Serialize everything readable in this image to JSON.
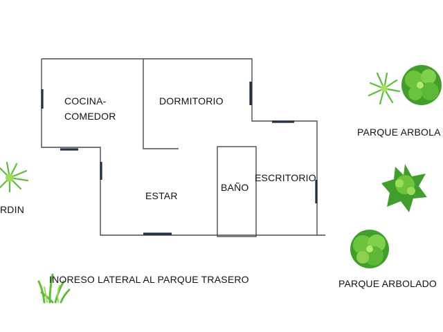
{
  "rooms": {
    "cocina_comedor": "COCINA-\nCOMEDOR",
    "dormitorio": "DORMITORIO",
    "estar": "ESTAR",
    "bano": "BAÑO",
    "escritorio": "ESCRITORIO"
  },
  "site": {
    "jardin": "RDIN",
    "parque_arbolado_top": "PARQUE ARBOLA",
    "parque_arbolado_bottom": "PARQUE ARBOLADO",
    "ingreso_lateral": "INORESO LATERAL AL PARQUE TRASERO"
  },
  "colors": {
    "walls": "#4a4a4a",
    "openings": "#1f2f44",
    "foliage_light": "#8fd14f",
    "foliage_dark": "#3f9f2a"
  },
  "icons": [
    "tree-icon",
    "palm-icon",
    "bush-icon",
    "grass-icon"
  ]
}
